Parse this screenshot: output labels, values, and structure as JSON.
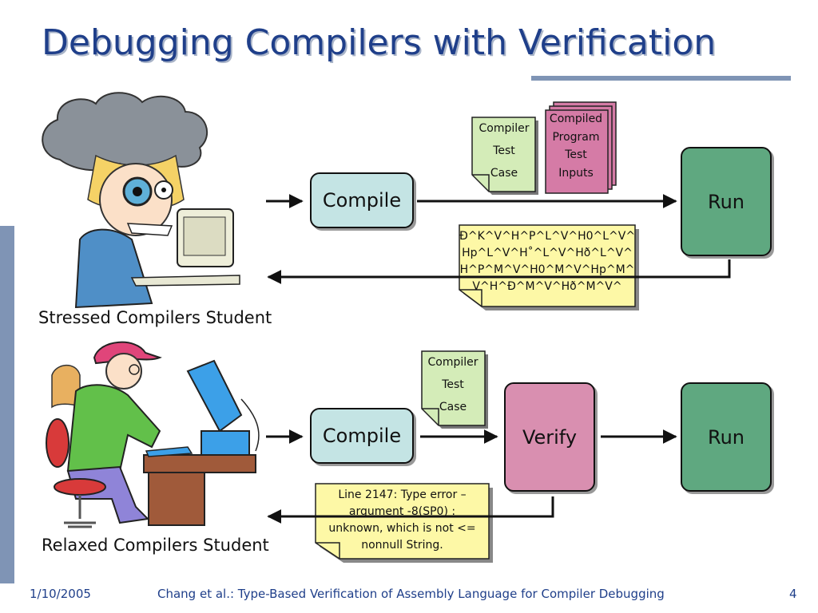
{
  "slide": {
    "title": "Debugging Compilers with Verification",
    "footer_date": "1/10/2005",
    "footer_center": "Chang et al.: Type-Based Verification of Assembly Language for Compiler Debugging",
    "footer_page": "4"
  },
  "top_row": {
    "compile_label": "Compile",
    "run_label": "Run",
    "test_case_lines": [
      "Compiler",
      "Test",
      "Case"
    ],
    "compiled_program_lines": [
      "Compiled",
      "Program",
      "Test",
      "Inputs"
    ],
    "garbage_output_lines": [
      "Ð^K^V^H^P^L^V^H0^L^V^",
      "Hp^L^V^H˚^L^V^Hð^L^V^",
      "H^P^M^V^H0^M^V^Hp^M^",
      "V^H^Ð^M^V^Hð^M^V^"
    ],
    "student_caption": "Stressed Compilers Student"
  },
  "bottom_row": {
    "compile_label": "Compile",
    "verify_label": "Verify",
    "run_label": "Run",
    "test_case_lines": [
      "Compiler",
      "Test",
      "Case"
    ],
    "error_lines": [
      "Line 2147: Type error –",
      "argument -8(SP0) :",
      "unknown, which is not <=",
      "nonnull String."
    ],
    "student_caption": "Relaxed Compilers Student"
  },
  "colors": {
    "title": "#1f3f8a",
    "compile_box": "#c4e4e4",
    "run_box": "#5fa880",
    "verify_box": "#d98fb0",
    "test_doc": "#d4ecb8",
    "compiled_doc": "#d57ba6",
    "note": "#fdf8a6"
  }
}
